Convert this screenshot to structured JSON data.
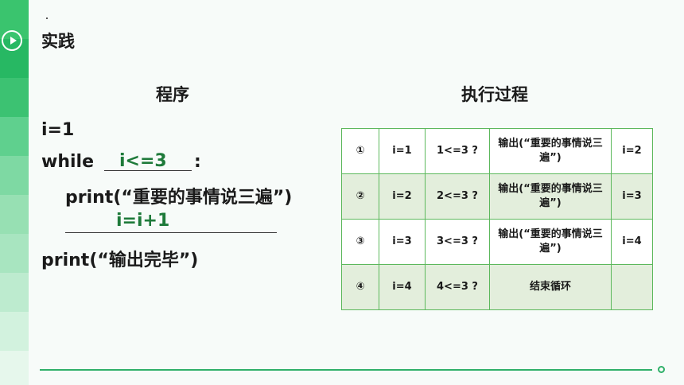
{
  "section_title": "实践",
  "program_heading": "程序",
  "trace_heading": "执行过程",
  "code": {
    "line1": "i=1",
    "while_keyword": "while",
    "while_colon": ":",
    "while_answer": "i<=3",
    "print_stmt": "print(“重要的事情说三遍”)",
    "update_answer": "i=i+1",
    "final_print": "print(“输出完毕”)"
  },
  "trace_rows": [
    {
      "step": "①",
      "var": "i=1",
      "cond": "1<=3 ?",
      "action": "输出(“重要的事情说三遍”)",
      "next": "i=2"
    },
    {
      "step": "②",
      "var": "i=2",
      "cond": "2<=3 ?",
      "action": "输出(“重要的事情说三遍”)",
      "next": "i=3"
    },
    {
      "step": "③",
      "var": "i=3",
      "cond": "3<=3 ?",
      "action": "输出(“重要的事情说三遍”)",
      "next": "i=4"
    },
    {
      "step": "④",
      "var": "i=4",
      "cond": "4<=3 ?",
      "action": "结束循环",
      "next": ""
    }
  ],
  "colors": {
    "accent": "#2fb069",
    "answer_text": "#1e7a3a",
    "table_border": "#5cb85c",
    "row_shade": "#e3eedc",
    "sidebar": [
      "#3ac46e",
      "#27b863",
      "#3cc272",
      "#5fd08e",
      "#7ed9a3",
      "#97e0b3",
      "#a8e5c0",
      "#bdebcf",
      "#d2f2de",
      "#e6f7ec"
    ]
  },
  "icons": {
    "play": "play-circle-icon"
  }
}
